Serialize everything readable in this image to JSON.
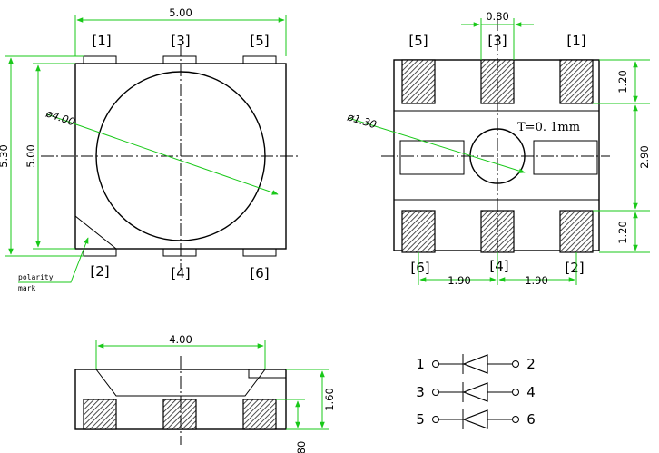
{
  "top_view": {
    "width_dim": "5.00",
    "outer_height_dim": "5.30",
    "inner_height_dim": "5.00",
    "lens_diameter": "ø4.00",
    "pins_top": [
      "[1]",
      "[3]",
      "[5]"
    ],
    "pins_bottom": [
      "[2]",
      "[4]",
      "[6]"
    ],
    "polarity_line1": "polarity",
    "polarity_line2": "mark"
  },
  "bottom_view": {
    "pad_width_dim": "0.80",
    "pad_height_top_dim": "1.20",
    "middle_dim": "2.90",
    "pad_height_bottom_dim": "1.20",
    "hole_diameter": "ø1.30",
    "thickness_note": "T=0. 1mm",
    "pins_top": [
      "[5]",
      "[3]",
      "[1]"
    ],
    "pins_bottom": [
      "[6]",
      "[4]",
      "[2]"
    ],
    "pitch_left": "1.90",
    "pitch_right": "1.90"
  },
  "side_view": {
    "width_dim": "4.00",
    "height_dim": "1.60",
    "pad_height_dim": "80"
  },
  "schematic": {
    "rows": [
      {
        "left": "1",
        "right": "2"
      },
      {
        "left": "3",
        "right": "4"
      },
      {
        "left": "5",
        "right": "6"
      }
    ]
  },
  "colors": {
    "dimension": "#19c819",
    "outline": "#000000"
  }
}
